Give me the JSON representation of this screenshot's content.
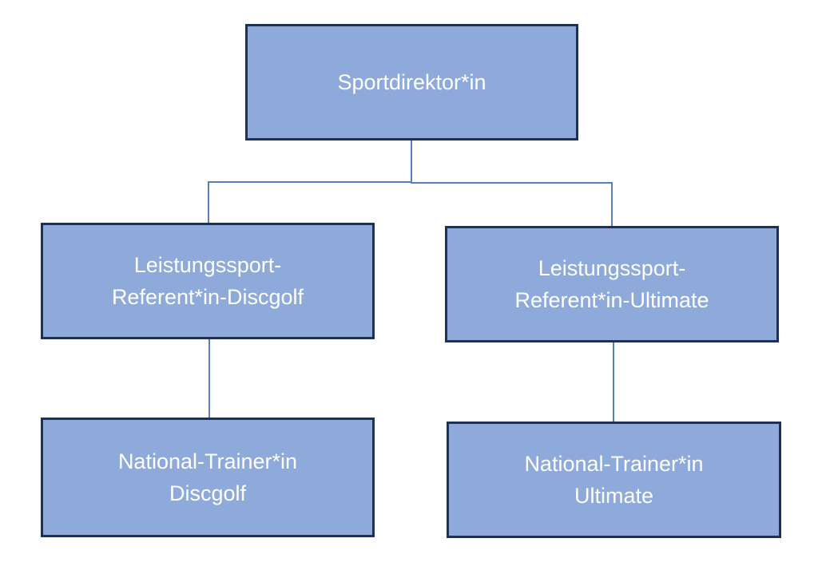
{
  "diagram": {
    "type": "org-chart",
    "colors": {
      "box_fill": "#8eaadb",
      "box_border": "#1f3055",
      "text": "#ffffff",
      "connector": "#5b7fb8",
      "background": "#ffffff"
    },
    "nodes": {
      "top": {
        "lines": [
          "Sportdirektor*in"
        ]
      },
      "mid_left": {
        "lines": [
          "Leistungssport-",
          "Referent*in-Discgolf"
        ]
      },
      "mid_right": {
        "lines": [
          "Leistungssport-",
          "Referent*in-Ultimate"
        ]
      },
      "bottom_left": {
        "lines": [
          "National-Trainer*in",
          "Discgolf"
        ]
      },
      "bottom_right": {
        "lines": [
          "National-Trainer*in",
          "Ultimate"
        ]
      }
    },
    "edges": [
      {
        "from": "top",
        "to": "mid_left"
      },
      {
        "from": "top",
        "to": "mid_right"
      },
      {
        "from": "mid_left",
        "to": "bottom_left"
      },
      {
        "from": "mid_right",
        "to": "bottom_right"
      }
    ]
  }
}
